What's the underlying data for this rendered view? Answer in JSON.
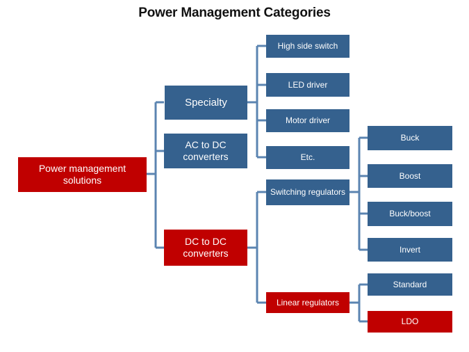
{
  "title": "Power Management Categories",
  "colors": {
    "blue": "#35618E",
    "red": "#C00000",
    "connector": "#5B84B1",
    "background": "#FFFFFF",
    "text_on_fill": "#FFFFFF",
    "title_text": "#111111"
  },
  "nodes": {
    "root": {
      "label": "Power management solutions",
      "fill": "red"
    },
    "level2": [
      {
        "label": "Specialty",
        "fill": "blue"
      },
      {
        "label": "AC to DC converters",
        "fill": "blue"
      },
      {
        "label": "DC to DC converters",
        "fill": "red"
      }
    ],
    "specialty_children": [
      {
        "label": "High side switch",
        "fill": "blue"
      },
      {
        "label": "LED driver",
        "fill": "blue"
      },
      {
        "label": "Motor driver",
        "fill": "blue"
      },
      {
        "label": "Etc.",
        "fill": "blue"
      }
    ],
    "dcdc_children": [
      {
        "label": "Switching regulators",
        "fill": "blue"
      },
      {
        "label": "Linear regulators",
        "fill": "red"
      }
    ],
    "switching_children": [
      {
        "label": "Buck",
        "fill": "blue"
      },
      {
        "label": "Boost",
        "fill": "blue"
      },
      {
        "label": "Buck/boost",
        "fill": "blue"
      },
      {
        "label": "Invert",
        "fill": "blue"
      }
    ],
    "linear_children": [
      {
        "label": "Standard",
        "fill": "blue"
      },
      {
        "label": "LDO",
        "fill": "red"
      }
    ]
  }
}
